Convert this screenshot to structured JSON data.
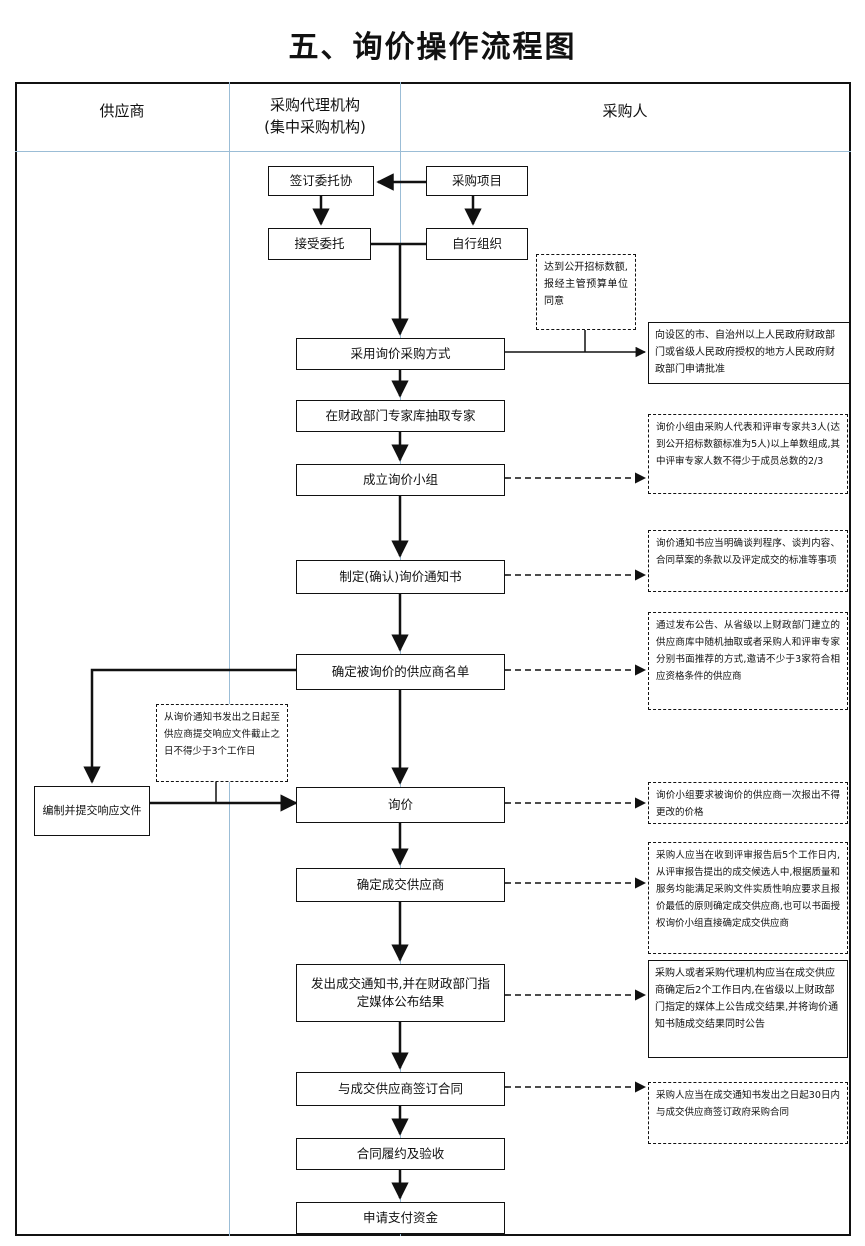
{
  "title": "五、询价操作流程图",
  "lanes": {
    "supplier": "供应商",
    "agency_line1": "采购代理机构",
    "agency_line2": "(集中采购机构)",
    "purchaser": "采购人"
  },
  "steps": {
    "sign_contract_agent": "签订委托协",
    "purchase_project": "采购项目",
    "accept_entrust": "接受委托",
    "self_organize": "自行组织",
    "use_inquiry": "采用询价采购方式",
    "draw_experts": "在财政部门专家库抽取专家",
    "form_group": "成立询价小组",
    "make_notice": "制定(确认)询价通知书",
    "confirm_suppliers": "确定被询价的供应商名单",
    "prepare_response": "编制并提交响应文件",
    "inquiry": "询价",
    "confirm_winner": "确定成交供应商",
    "issue_notice": "发出成交通知书,并在财政部门指定媒体公布结果",
    "sign_contract": "与成交供应商签订合同",
    "perform_accept": "合同履约及验收",
    "apply_payment": "申请支付资金"
  },
  "notes": {
    "threshold": "达到公开招标数额,报经主管预算单位同意",
    "approval": "向设区的市、自治州以上人民政府财政部门或省级人民政府授权的地方人民政府财政部门申请批准",
    "group_composition": "询价小组由采购人代表和评审专家共3人(达到公开招标数额标准为5人)以上单数组成,其中评审专家人数不得少于成员总数的2/3",
    "notice_content": "询价通知书应当明确谈判程序、谈判内容、合同草案的条款以及评定成交的标准等事项",
    "supplier_selection": "通过发布公告、从省级以上财政部门建立的供应商库中随机抽取或者采购人和评审专家分别书面推荐的方式,邀请不少于3家符合相应资格条件的供应商",
    "response_deadline": "从询价通知书发出之日起至供应商提交响应文件截止之日不得少于3个工作日",
    "one_time_quote": "询价小组要求被询价的供应商一次报出不得更改的价格",
    "winner_rule": "采购人应当在收到评审报告后5个工作日内,从评审报告提出的成交候选人中,根据质量和服务均能满足采购文件实质性响应要求且报价最低的原则确定成交供应商,也可以书面授权询价小组直接确定成交供应商",
    "publish_rule": "采购人或者采购代理机构应当在成交供应商确定后2个工作日内,在省级以上财政部门指定的媒体上公告成交结果,并将询价通知书随成交结果同时公告",
    "contract_rule": "采购人应当在成交通知书发出之日起30日内与成交供应商签订政府采购合同"
  }
}
